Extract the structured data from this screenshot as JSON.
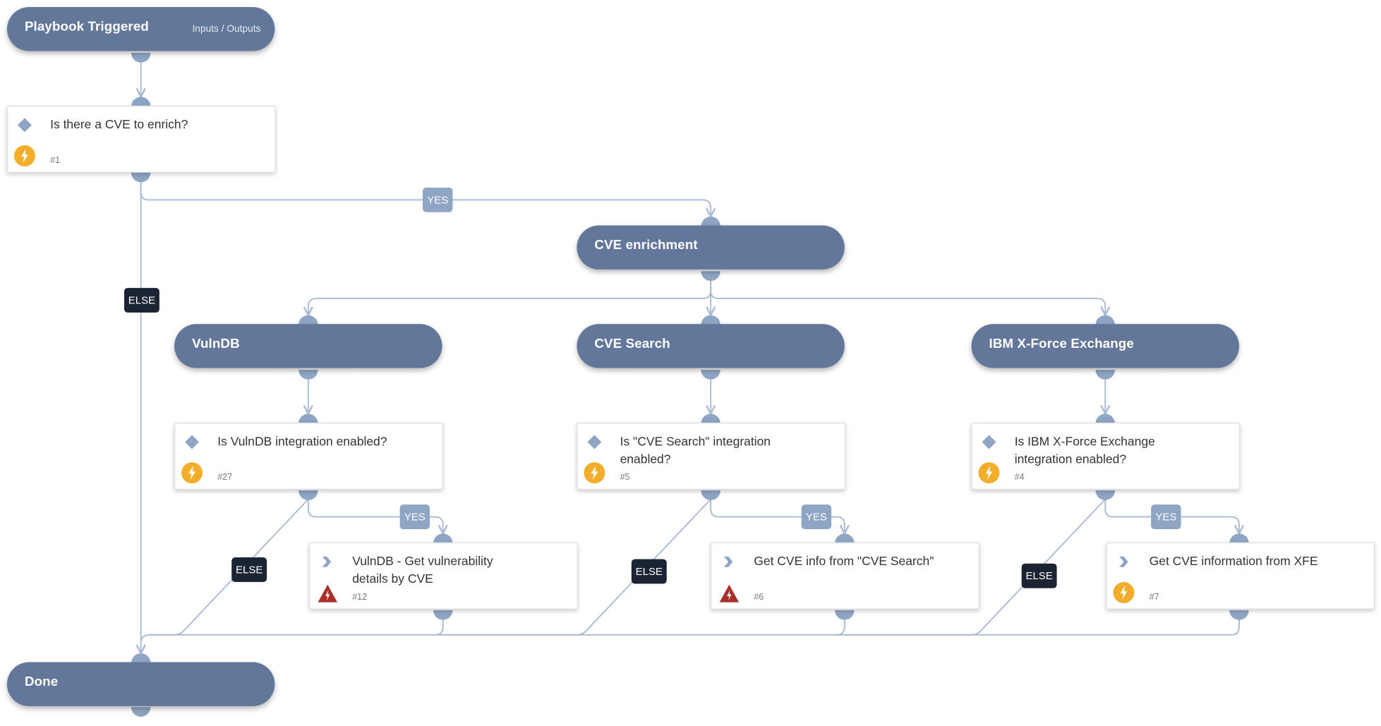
{
  "colors": {
    "section_fill": "#62779a",
    "connector": "#8ea5c4",
    "edge": "#a9bbd3",
    "yes_badge": "#8ea5c4",
    "else_badge": "#1b2433",
    "automation_icon": "#f2ad2a",
    "error_icon": "#a7302a"
  },
  "trigger": {
    "title": "Playbook Triggered",
    "io_link": "Inputs / Outputs"
  },
  "cond_cve": {
    "label": "Is there a CVE to enrich?",
    "number": "#1",
    "icon": "diamond-icon",
    "status": "lightning-icon"
  },
  "section_cve": {
    "title": "CVE enrichment"
  },
  "section_vulndb": {
    "title": "VulnDB"
  },
  "section_cvesearch": {
    "title": "CVE Search"
  },
  "section_xfe": {
    "title": "IBM X-Force Exchange"
  },
  "cond_vulndb": {
    "label": "Is VulnDB integration enabled?",
    "number": "#27",
    "icon": "diamond-icon",
    "status": "lightning-icon"
  },
  "cond_cvesearch": {
    "label": "Is \"CVE Search\" integration enabled?",
    "number": "#5",
    "icon": "diamond-icon",
    "status": "lightning-icon"
  },
  "cond_xfe": {
    "label": "Is IBM X-Force Exchange integration enabled?",
    "number": "#4",
    "icon": "diamond-icon",
    "status": "lightning-icon"
  },
  "task_vulndb": {
    "label": "VulnDB - Get vulnerability details by CVE",
    "number": "#12",
    "icon": "chevron-icon",
    "status": "warning-icon"
  },
  "task_cvesearch": {
    "label": "Get CVE info from \"CVE Search\"",
    "number": "#6",
    "icon": "chevron-icon",
    "status": "warning-icon"
  },
  "task_xfe": {
    "label": "Get CVE information from XFE",
    "number": "#7",
    "icon": "chevron-icon",
    "status": "lightning-icon"
  },
  "done": {
    "title": "Done"
  },
  "badges": {
    "yes": "YES",
    "else": "ELSE"
  }
}
